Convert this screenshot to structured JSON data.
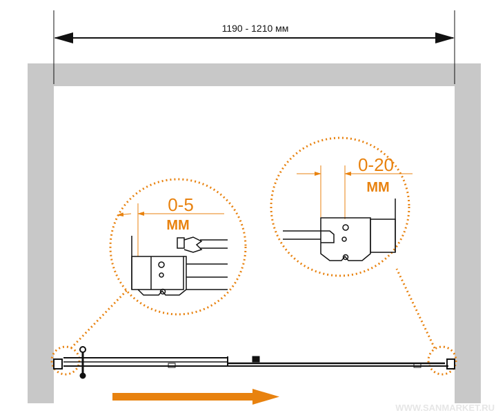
{
  "dimension": {
    "label": "1190 - 1210 мм"
  },
  "detail_left": {
    "range": "0-5",
    "unit": "ММ"
  },
  "detail_right": {
    "range": "0-20",
    "unit": "ММ"
  },
  "direction_arrow": {
    "icon": "arrow-right-icon"
  },
  "watermark": "WWW.SANMARKET.RU",
  "colors": {
    "accent": "#e8820f",
    "wall": "#c8c8c8",
    "line": "#111111"
  }
}
